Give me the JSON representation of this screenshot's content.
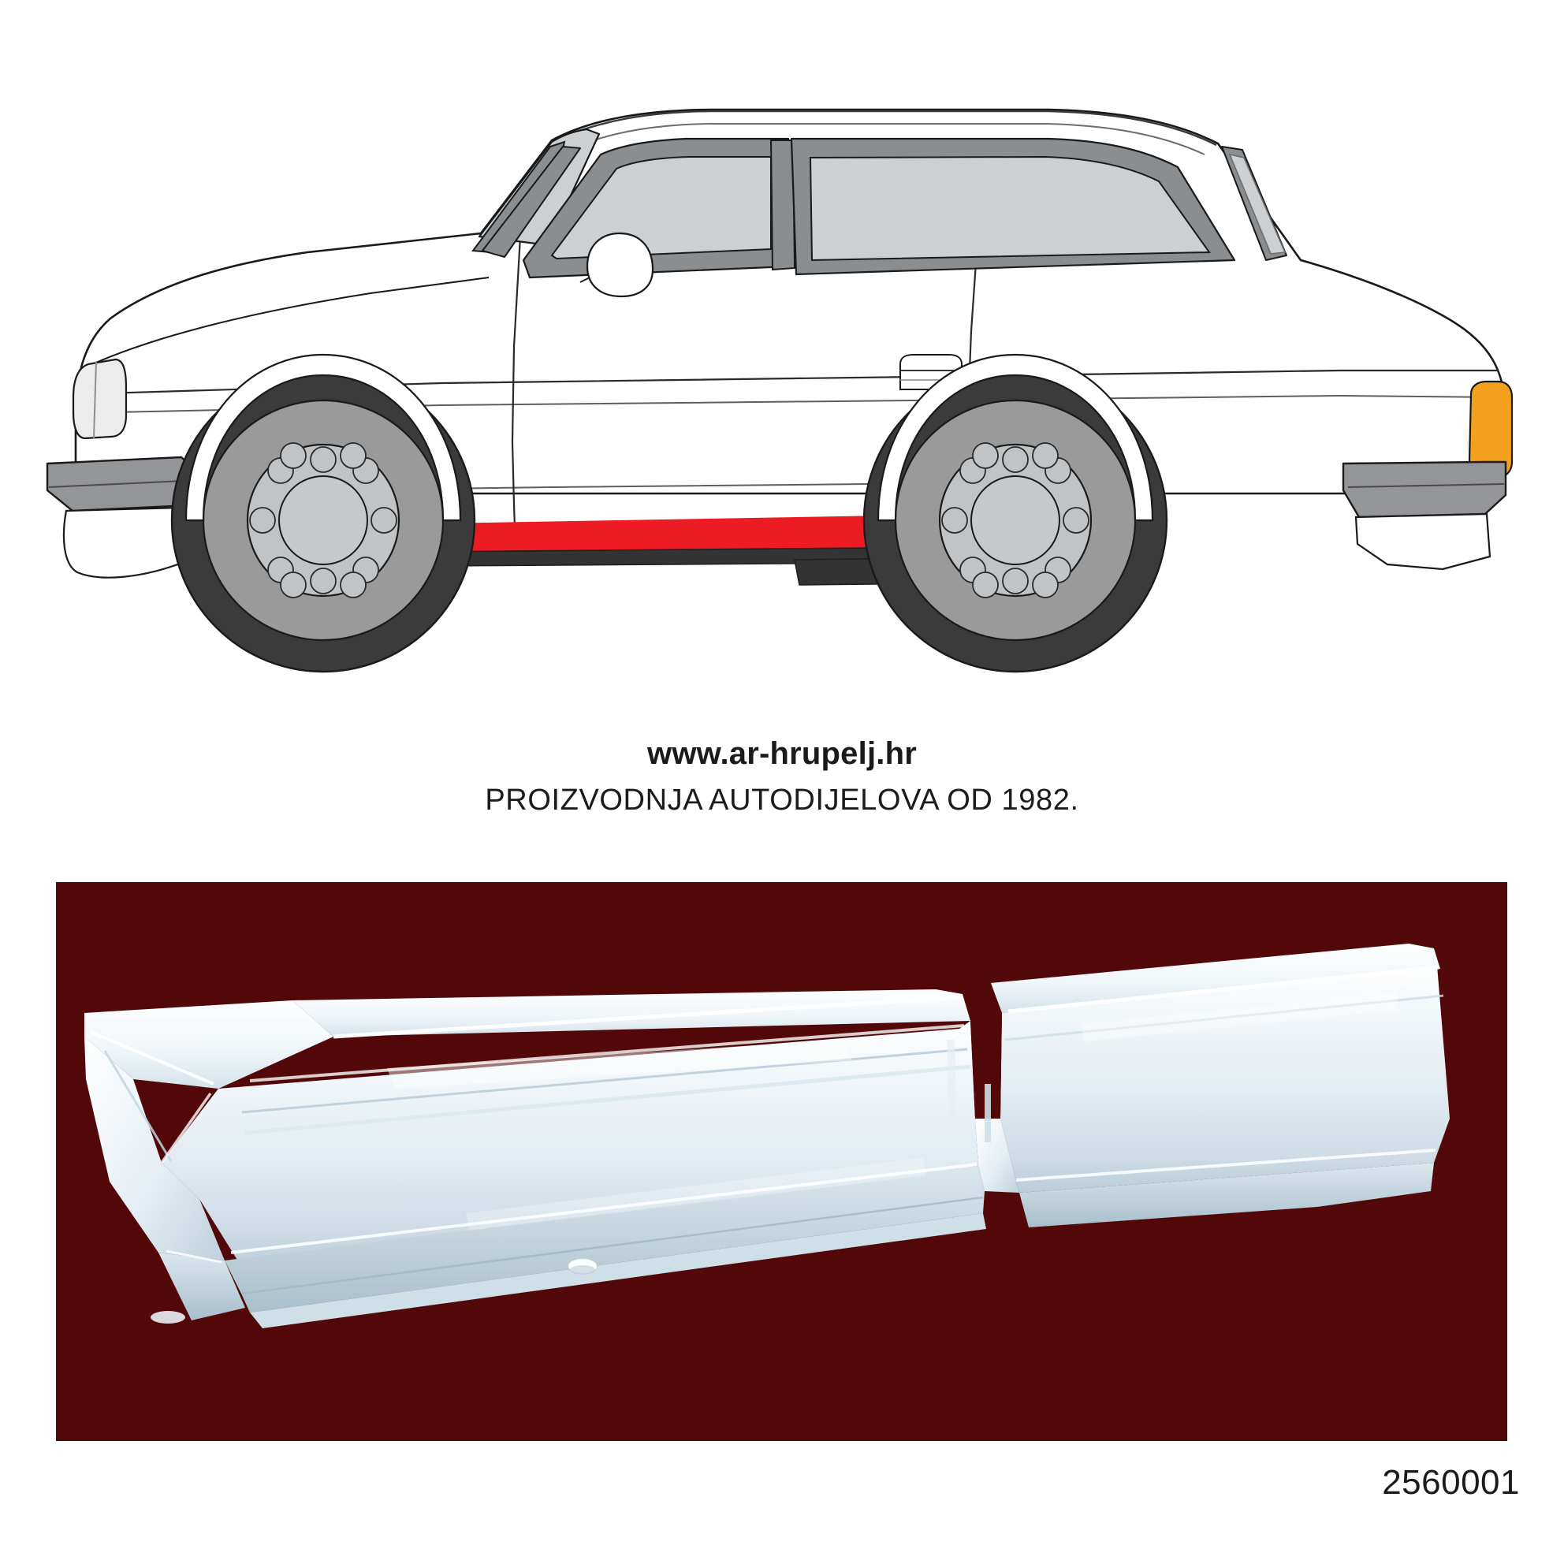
{
  "page": {
    "background_color": "#ffffff",
    "part_number": "2560001"
  },
  "caption": {
    "brand": "www.ar-hrupelj.hr",
    "tagline": "PROIZVODNJA AUTODIJELOVA OD 1982."
  },
  "illustration": {
    "name": "car-side-profile-diagram",
    "description": "Three-door hatchback side view, left side, facing left",
    "body_color": "#ffffff",
    "outline_color": "#1a1a1a",
    "glass_color": "#d2d6d8",
    "window_frame_color": "#8b8e91",
    "bumper_color": "#939598",
    "tire_color": "#3b3b3b",
    "rim_color": "#9a9a9a",
    "hub_color": "#c6c9cb",
    "highlight_color": "#ed1c24",
    "highlight_part": "rocker-sill-panel",
    "taillight_color": "#f2a01e",
    "headlight_color": "#e8e9ea",
    "rocker_trim_color": "#3b3b3b"
  },
  "photo": {
    "name": "sill-panel-product-photo",
    "background_color": "#520808",
    "part_color_light": "#eef4f7",
    "part_color_mid": "#d6e2e9",
    "part_color_shadow": "#a8bcc8",
    "description": "Galvanized steel rocker sill repair panel, left side"
  }
}
